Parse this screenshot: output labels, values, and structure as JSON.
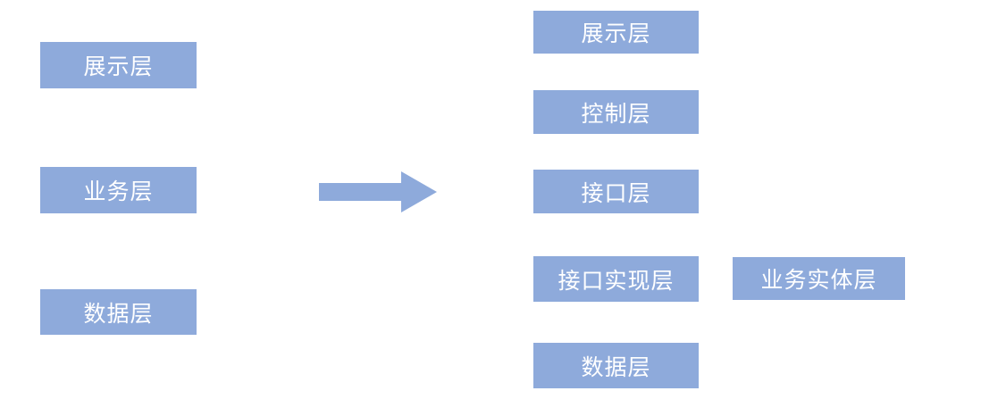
{
  "diagram": {
    "box_color": "#8EAADB",
    "text_color": "#FFFFFF",
    "left_column": [
      {
        "label": "展示层"
      },
      {
        "label": "业务层"
      },
      {
        "label": "数据层"
      }
    ],
    "arrow": {
      "direction": "right"
    },
    "right_column": [
      {
        "label": "展示层"
      },
      {
        "label": "控制层"
      },
      {
        "label": "接口层"
      },
      {
        "label": "接口实现层"
      },
      {
        "label": "数据层"
      }
    ],
    "side_box": {
      "label": "业务实体层"
    }
  }
}
